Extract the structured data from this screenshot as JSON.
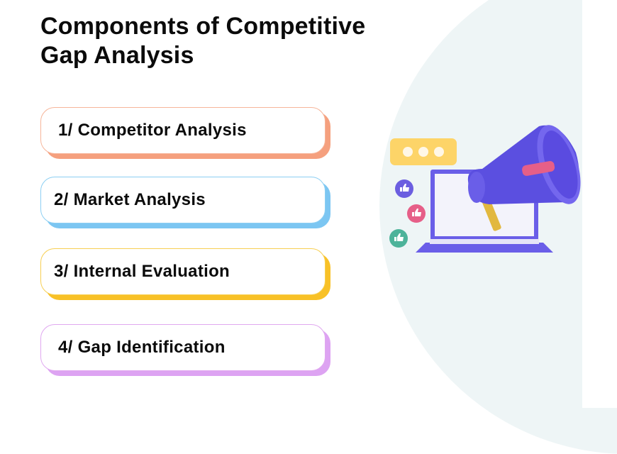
{
  "title": {
    "line1": "Components of Competitive",
    "line2": "Gap Analysis"
  },
  "items": [
    {
      "label": "1/ Competitor Analysis",
      "accent": "#f5a07e"
    },
    {
      "label": "2/ Market Analysis",
      "accent": "#7cc6f2"
    },
    {
      "label": "3/ Internal Evaluation",
      "accent": "#f8c127"
    },
    {
      "label": "4/ Gap Identification",
      "accent": "#dda3f2"
    }
  ],
  "illustration": {
    "name": "megaphone-laptop-illustration",
    "colors": {
      "megaphone": "#5b4fe0",
      "laptop": "#6a5ee8",
      "chat_bubble": "#fdd468",
      "like_purple": "#6b5ee0",
      "like_pink": "#e65f88",
      "like_green": "#4db39a",
      "background": "#eef5f6"
    }
  }
}
